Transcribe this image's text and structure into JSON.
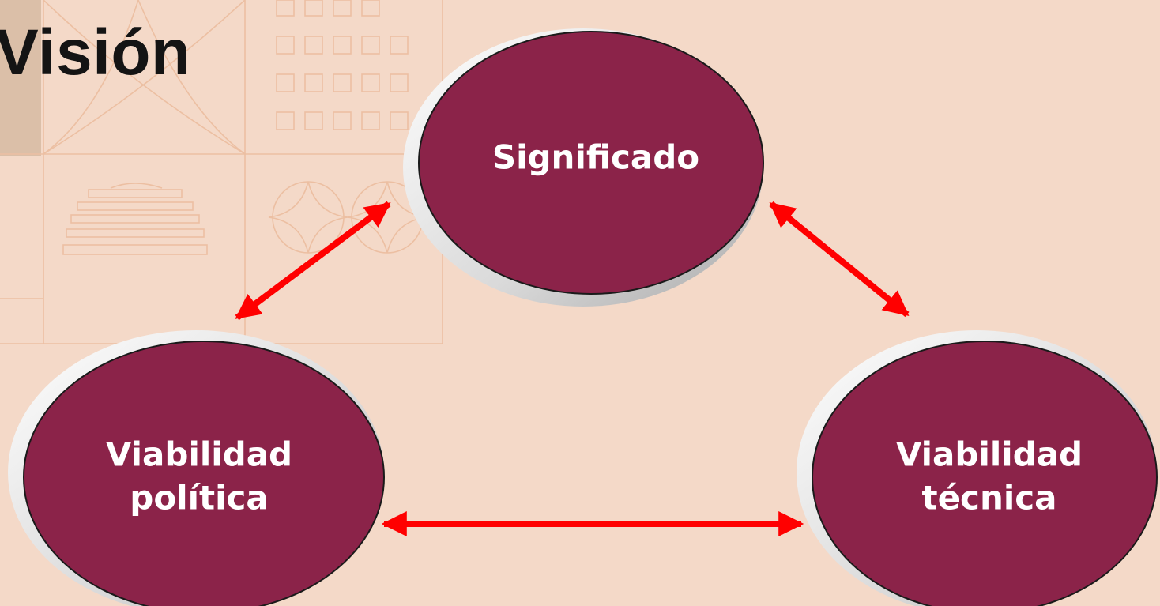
{
  "slide": {
    "title": "Visión"
  },
  "diagram": {
    "nodes": [
      {
        "id": "significado",
        "label_lines": [
          "Significado"
        ]
      },
      {
        "id": "viabilidad-politica",
        "label_lines": [
          "Viabilidad",
          "política"
        ]
      },
      {
        "id": "viabilidad-tecnica",
        "label_lines": [
          "Viabilidad",
          "técnica"
        ]
      }
    ],
    "connections": [
      {
        "from": "viabilidad-politica",
        "to": "significado",
        "direction": "both"
      },
      {
        "from": "significado",
        "to": "viabilidad-tecnica",
        "direction": "both"
      },
      {
        "from": "viabilidad-politica",
        "to": "viabilidad-tecnica",
        "direction": "both"
      }
    ]
  },
  "colors": {
    "background": "#f4d9c8",
    "node_fill": "#8b2349",
    "node_outline": "#1a1a1a",
    "node_label": "#ffffff",
    "arrow": "#ff0000",
    "title": "#141414",
    "pattern_lines": "#e8b596"
  }
}
